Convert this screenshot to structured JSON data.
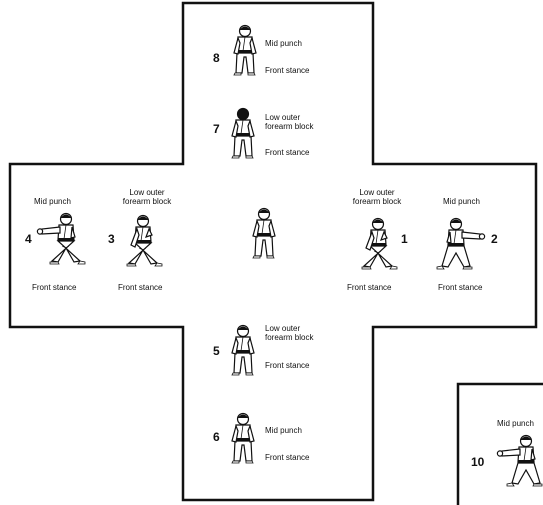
{
  "stances": {
    "front": "Front stance"
  },
  "techniques": {
    "mid_punch": "Mid punch",
    "low_block_line1": "Low outer",
    "low_block_line2": "forearm block"
  },
  "moves": [
    {
      "number": "1",
      "technique": "Low outer forearm block",
      "stance": "Front stance"
    },
    {
      "number": "2",
      "technique": "Mid punch",
      "stance": "Front stance"
    },
    {
      "number": "3",
      "technique": "Low outer forearm block",
      "stance": "Front stance"
    },
    {
      "number": "4",
      "technique": "Mid punch",
      "stance": "Front stance"
    },
    {
      "number": "5",
      "technique": "Low outer forearm block",
      "stance": "Front stance"
    },
    {
      "number": "6",
      "technique": "Mid punch",
      "stance": "Front stance"
    },
    {
      "number": "7",
      "technique": "Low outer forearm block",
      "stance": "Front stance"
    },
    {
      "number": "8",
      "technique": "Mid punch",
      "stance": "Front stance"
    },
    {
      "number": "10",
      "technique": "Mid punch",
      "stance": ""
    }
  ],
  "icons": [
    "karate-figure-icon"
  ],
  "colors": {
    "line": "#111111",
    "background": "#ffffff"
  }
}
